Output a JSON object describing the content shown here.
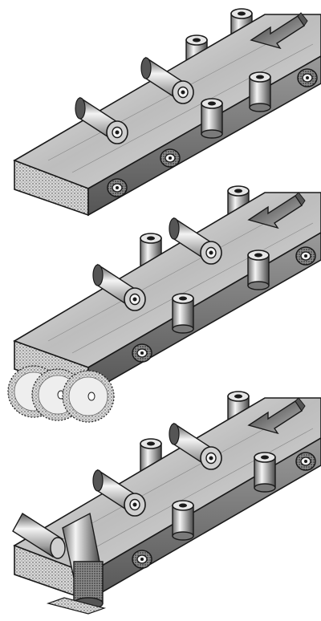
{
  "figure": {
    "panels": [
      {
        "id": "panel-1",
        "stage": "feed",
        "tool": "none",
        "icons": [
          "arrow-icon"
        ]
      },
      {
        "id": "panel-2",
        "stage": "cutting",
        "tool": "circular-saw-gang",
        "icons": [
          "arrow-icon",
          "saw-blade-icon"
        ]
      },
      {
        "id": "panel-3",
        "stage": "clamping",
        "tool": "angled-clamp-roller",
        "icons": [
          "arrow-icon",
          "clamp-icon"
        ]
      }
    ],
    "colors": {
      "ink": "#1a1a1a",
      "mid": "#7a7a7a",
      "light": "#e6e6e6",
      "paper": "#ffffff"
    }
  }
}
